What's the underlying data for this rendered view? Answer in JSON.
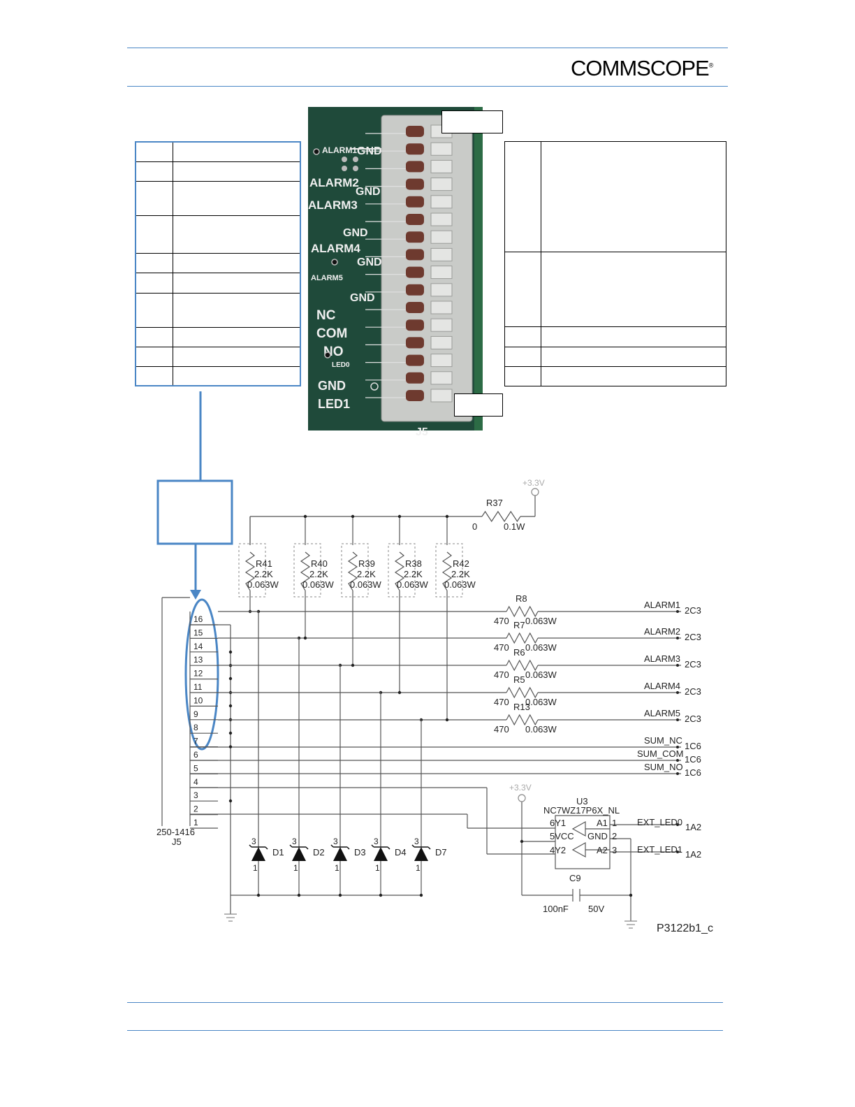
{
  "header": {
    "logo_text": "COMMSCOPE",
    "logo_mark": "®",
    "rule_color": "#4a86c5"
  },
  "photo": {
    "labels": [
      "ALARM1",
      "GND",
      "ALARM2",
      "GND",
      "ALARM3",
      "GND",
      "ALARM4",
      "GND",
      "ALARM5",
      "GND",
      "NC",
      "COM",
      "NO",
      "LED0",
      "GND",
      "LED1",
      "J5"
    ],
    "board_color": "#1f4a3a"
  },
  "schematic": {
    "power_top": "+3.3V",
    "power_u3": "+3.3V",
    "r37": {
      "ref": "R37",
      "value": "0",
      "power": "0.1W"
    },
    "pullups": [
      {
        "ref": "R41",
        "value": "2.2K",
        "power": "0.063W"
      },
      {
        "ref": "R40",
        "value": "2.2K",
        "power": "0.063W"
      },
      {
        "ref": "R39",
        "value": "2.2K",
        "power": "0.063W"
      },
      {
        "ref": "R38",
        "value": "2.2K",
        "power": "0.063W"
      },
      {
        "ref": "R42",
        "value": "2.2K",
        "power": "0.063W"
      }
    ],
    "series": [
      {
        "ref": "R8",
        "value": "470",
        "power": "0.063W",
        "net": "ALARM1",
        "sheet": "2C3"
      },
      {
        "ref": "R7",
        "value": "470",
        "power": "0.063W",
        "net": "ALARM2",
        "sheet": "2C3"
      },
      {
        "ref": "R6",
        "value": "470",
        "power": "0.063W",
        "net": "ALARM3",
        "sheet": "2C3"
      },
      {
        "ref": "R5",
        "value": "470",
        "power": "0.063W",
        "net": "ALARM4",
        "sheet": "2C3"
      },
      {
        "ref": "R13",
        "value": "470",
        "power": "0.063W",
        "net": "ALARM5",
        "sheet": "2C3"
      }
    ],
    "sum_nets": [
      {
        "net": "SUM_NC",
        "sheet": "1C6"
      },
      {
        "net": "SUM_COM",
        "sheet": "1C6"
      },
      {
        "net": "SUM_NO",
        "sheet": "1C6"
      }
    ],
    "connector_pins": [
      "16",
      "15",
      "14",
      "13",
      "12",
      "11",
      "10",
      "9",
      "8",
      "7",
      "6",
      "5",
      "4",
      "3",
      "2",
      "1"
    ],
    "connector_part": "250-1416",
    "connector_ref": "J5",
    "diodes": [
      {
        "ref": "D1",
        "pin_top": "3",
        "pin_bottom": "1"
      },
      {
        "ref": "D2",
        "pin_top": "3",
        "pin_bottom": "1"
      },
      {
        "ref": "D3",
        "pin_top": "3",
        "pin_bottom": "1"
      },
      {
        "ref": "D4",
        "pin_top": "3",
        "pin_bottom": "1"
      },
      {
        "ref": "D7",
        "pin_top": "3",
        "pin_bottom": "1"
      }
    ],
    "u3": {
      "ref": "U3",
      "part": "NC7WZ17P6X_NL",
      "pins_left": [
        "6Y1",
        "5VCC",
        "4Y2"
      ],
      "pins_right": [
        "A1",
        "GND",
        "A2"
      ],
      "pin_nums_right": [
        "1",
        "2",
        "3"
      ]
    },
    "led_nets": [
      {
        "net": "EXT_LED0",
        "sheet": "1A2"
      },
      {
        "net": "EXT_LED1",
        "sheet": "1A2"
      }
    ],
    "c9": {
      "ref": "C9",
      "value": "100nF",
      "voltage": "50V"
    },
    "figure_id": "P3122b1_c",
    "highlight_color": "#4a86c5"
  }
}
